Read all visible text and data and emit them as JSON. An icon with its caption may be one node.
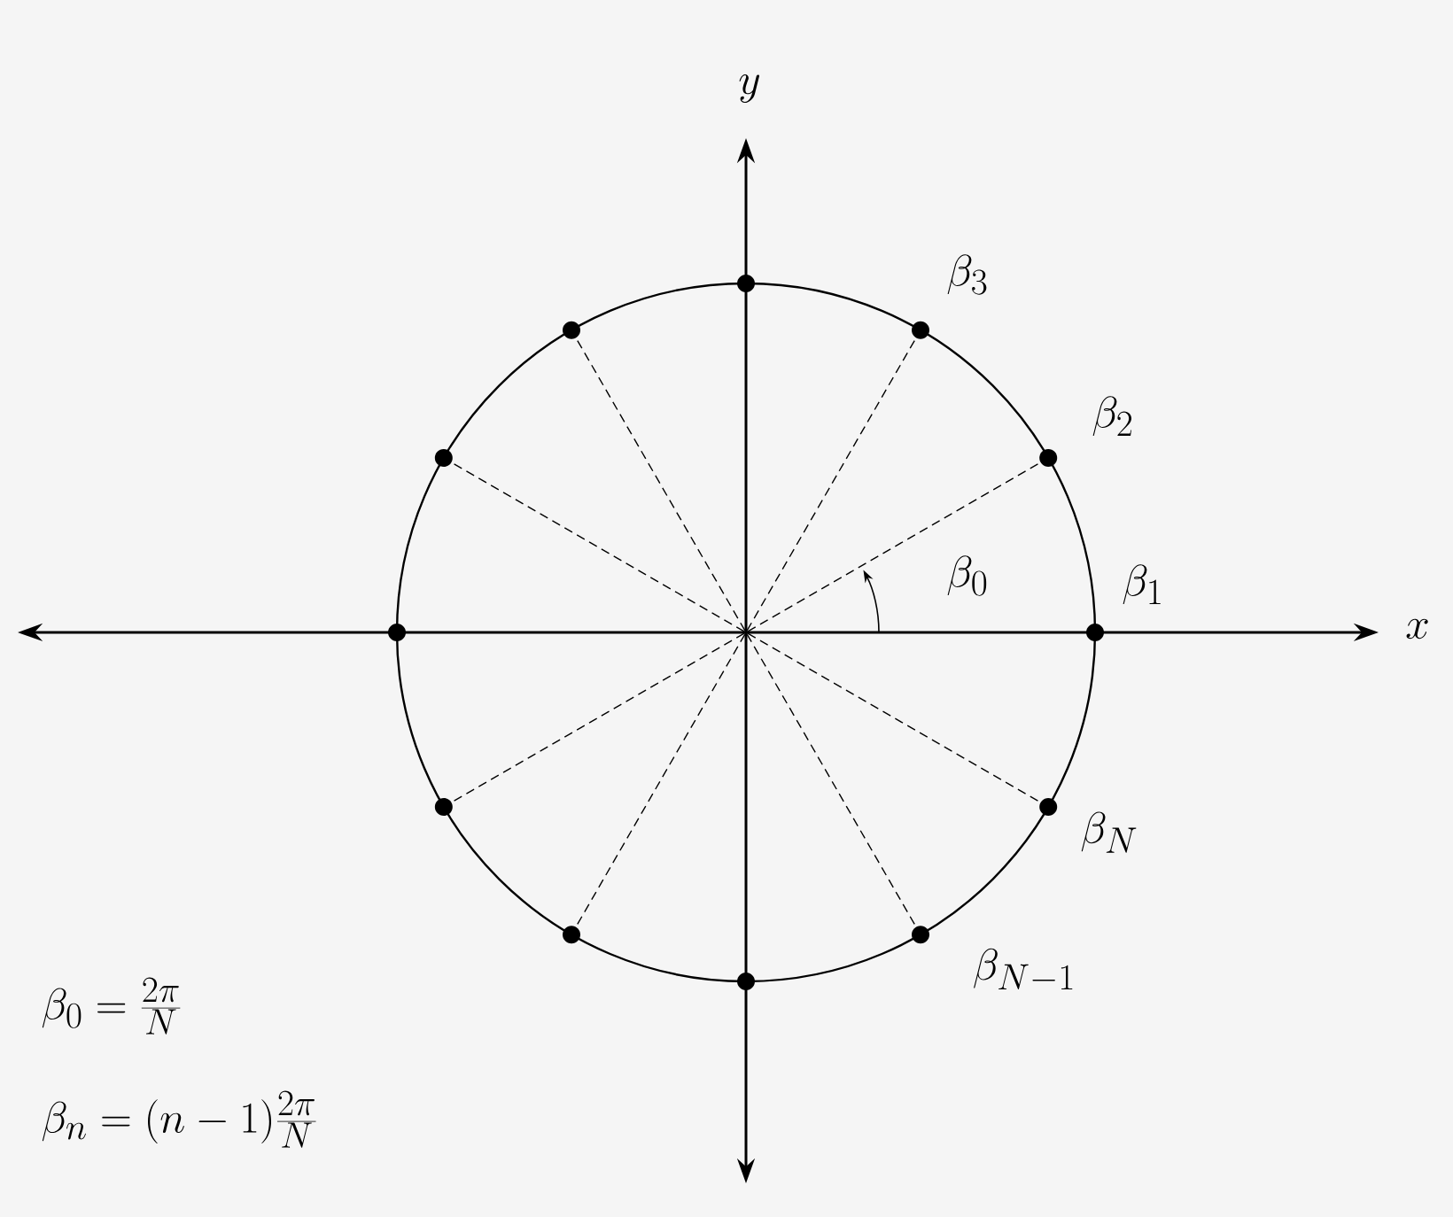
{
  "diagram": {
    "nodes": [
      {
        "text": [],
        "shape": "point"
      },
      {
        "text": [],
        "shape": "dot",
        "beside": [
          "\\beta_1"
        ]
      },
      {
        "text": [],
        "shape": "dot",
        "beside": [
          "\\beta_2"
        ]
      },
      {
        "text": [],
        "shape": "dot",
        "beside": [
          "\\beta_3"
        ]
      },
      {
        "text": [],
        "shape": "dot"
      },
      {
        "text": [],
        "shape": "dot"
      },
      {
        "text": [],
        "shape": "dot"
      },
      {
        "text": [],
        "shape": "dot"
      },
      {
        "text": [],
        "shape": "dot"
      },
      {
        "text": [],
        "shape": "dot"
      },
      {
        "text": [],
        "shape": "dot"
      },
      {
        "text": [],
        "shape": "dot",
        "beside": [
          "\\beta_{N-1}"
        ]
      },
      {
        "text": [],
        "shape": "dot",
        "beside": [
          "\\beta_N"
        ]
      }
    ],
    "edges": [
      {
        "from": 0,
        "to": 2,
        "arrow": "none",
        "style": "dashed"
      },
      {
        "from": 0,
        "to": 3,
        "arrow": "none",
        "style": "dashed"
      },
      {
        "from": 0,
        "to": 5,
        "arrow": "none",
        "style": "dashed"
      },
      {
        "from": 0,
        "to": 6,
        "arrow": "none",
        "style": "dashed"
      },
      {
        "from": 0,
        "to": 8,
        "arrow": "none",
        "style": "dashed"
      },
      {
        "from": 0,
        "to": 9,
        "arrow": "none",
        "style": "dashed"
      },
      {
        "from": 0,
        "to": 11,
        "arrow": "none",
        "style": "dashed"
      },
      {
        "from": 0,
        "to": 12,
        "arrow": "none",
        "style": "dashed"
      }
    ],
    "labels": [
      "y",
      "x",
      "\\beta_0",
      "\\beta_0 = \\frac{2\\pi}{N}",
      "\\beta_n = (n-1)\\frac{2\\pi}{N}"
    ]
  }
}
